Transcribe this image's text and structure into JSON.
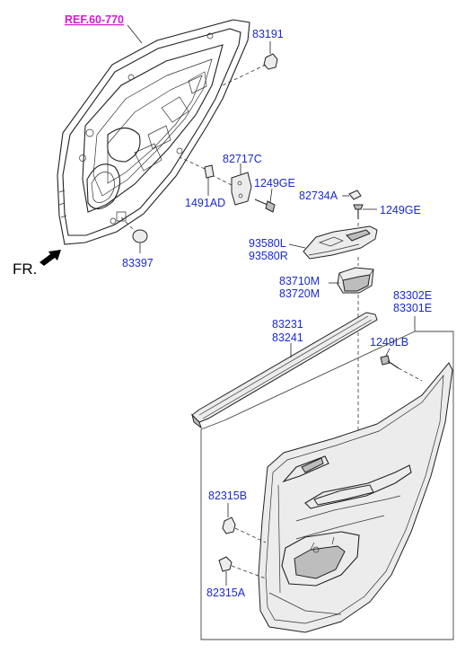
{
  "diagram": {
    "reference": "REF.60-770",
    "direction_label": "FR.",
    "parts": {
      "p83191": "83191",
      "p82717c": "82717C",
      "p1491ad": "1491AD",
      "p1249ge_a": "1249GE",
      "p82734a": "82734A",
      "p1249ge_b": "1249GE",
      "p83397": "83397",
      "p93580l": "93580L",
      "p93580r": "93580R",
      "p83710m": "83710M",
      "p83720m": "83720M",
      "p83302e": "83302E",
      "p83301e": "83301E",
      "p83231": "83231",
      "p83241": "83241",
      "p1249lb": "1249LB",
      "p82315b": "82315B",
      "p82315a": "82315A"
    }
  }
}
